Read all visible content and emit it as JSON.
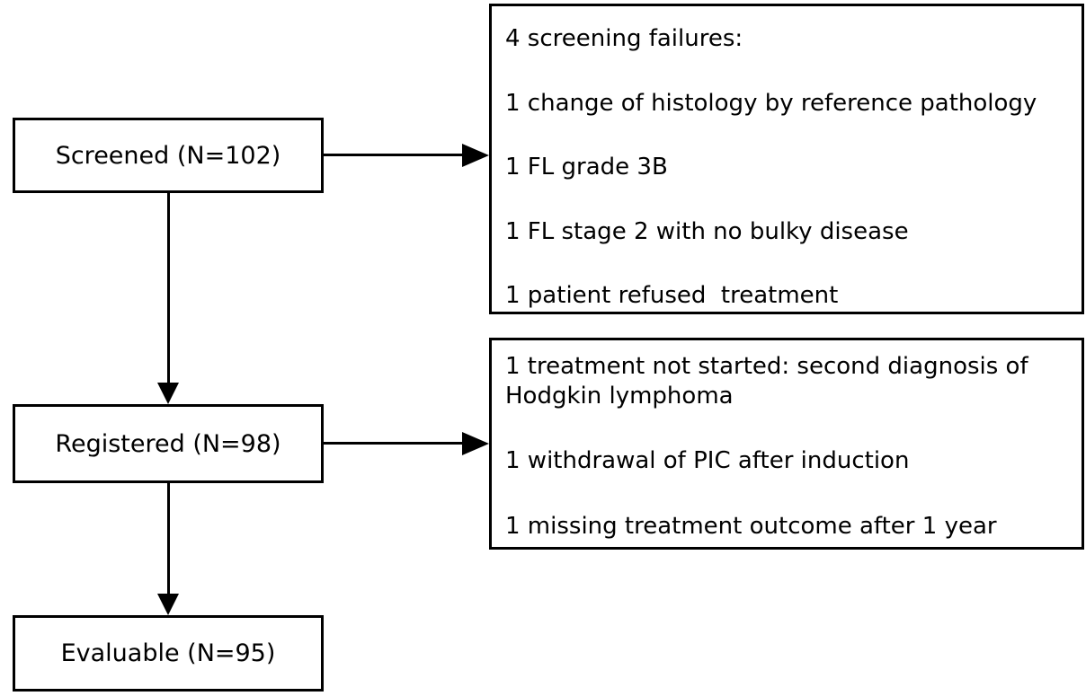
{
  "diagram": {
    "type": "patient-flow-chart",
    "flow_boxes": [
      {
        "id": "screened",
        "label": "Screened (N=102)"
      },
      {
        "id": "registered",
        "label": "Registered (N=98)"
      },
      {
        "id": "evaluable",
        "label": "Evaluable (N=95)"
      }
    ],
    "side_boxes": [
      {
        "id": "screening-failures",
        "lines": [
          "4 screening failures:",
          "1 change of histology by reference pathology",
          "1 FL grade 3B",
          "1 FL stage 2 with no bulky disease",
          "1 patient refused  treatment"
        ]
      },
      {
        "id": "registered-exclusions",
        "lines": [
          "1 treatment not started: second diagnosis of Hodgkin lymphoma",
          "1 withdrawal of PIC after induction",
          "1 missing treatment outcome after 1 year"
        ]
      }
    ],
    "counts": {
      "screened": 102,
      "registered": 98,
      "evaluable": 95,
      "screening_failures": 4,
      "registered_exclusions": 3
    },
    "colors": {
      "border": "#000000",
      "text": "#000000",
      "background": "#ffffff"
    }
  }
}
